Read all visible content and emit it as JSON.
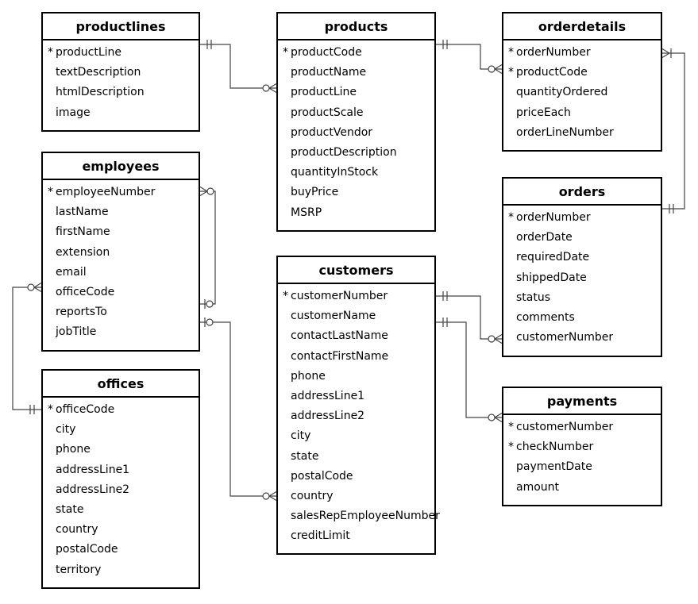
{
  "entities": {
    "productlines": {
      "name": "productlines",
      "fields": [
        {
          "name": "productLine",
          "pk": true
        },
        {
          "name": "textDescription",
          "pk": false
        },
        {
          "name": "htmlDescription",
          "pk": false
        },
        {
          "name": "image",
          "pk": false
        }
      ]
    },
    "products": {
      "name": "products",
      "fields": [
        {
          "name": "productCode",
          "pk": true
        },
        {
          "name": "productName",
          "pk": false
        },
        {
          "name": "productLine",
          "pk": false
        },
        {
          "name": "productScale",
          "pk": false
        },
        {
          "name": "productVendor",
          "pk": false
        },
        {
          "name": "productDescription",
          "pk": false
        },
        {
          "name": "quantityInStock",
          "pk": false
        },
        {
          "name": "buyPrice",
          "pk": false
        },
        {
          "name": "MSRP",
          "pk": false
        }
      ]
    },
    "orderdetails": {
      "name": "orderdetails",
      "fields": [
        {
          "name": "orderNumber",
          "pk": true
        },
        {
          "name": "productCode",
          "pk": true
        },
        {
          "name": "quantityOrdered",
          "pk": false
        },
        {
          "name": "priceEach",
          "pk": false
        },
        {
          "name": "orderLineNumber",
          "pk": false
        }
      ]
    },
    "employees": {
      "name": "employees",
      "fields": [
        {
          "name": "employeeNumber",
          "pk": true
        },
        {
          "name": "lastName",
          "pk": false
        },
        {
          "name": "firstName",
          "pk": false
        },
        {
          "name": "extension",
          "pk": false
        },
        {
          "name": "email",
          "pk": false
        },
        {
          "name": "officeCode",
          "pk": false
        },
        {
          "name": "reportsTo",
          "pk": false
        },
        {
          "name": "jobTitle",
          "pk": false
        }
      ]
    },
    "orders": {
      "name": "orders",
      "fields": [
        {
          "name": "orderNumber",
          "pk": true
        },
        {
          "name": "orderDate",
          "pk": false
        },
        {
          "name": "requiredDate",
          "pk": false
        },
        {
          "name": "shippedDate",
          "pk": false
        },
        {
          "name": "status",
          "pk": false
        },
        {
          "name": "comments",
          "pk": false
        },
        {
          "name": "customerNumber",
          "pk": false
        }
      ]
    },
    "customers": {
      "name": "customers",
      "fields": [
        {
          "name": "customerNumber",
          "pk": true
        },
        {
          "name": "customerName",
          "pk": false
        },
        {
          "name": "contactLastName",
          "pk": false
        },
        {
          "name": "contactFirstName",
          "pk": false
        },
        {
          "name": "phone",
          "pk": false
        },
        {
          "name": "addressLine1",
          "pk": false
        },
        {
          "name": "addressLine2",
          "pk": false
        },
        {
          "name": "city",
          "pk": false
        },
        {
          "name": "state",
          "pk": false
        },
        {
          "name": "postalCode",
          "pk": false
        },
        {
          "name": "country",
          "pk": false
        },
        {
          "name": "salesRepEmployeeNumber",
          "pk": false
        },
        {
          "name": "creditLimit",
          "pk": false
        }
      ]
    },
    "offices": {
      "name": "offices",
      "fields": [
        {
          "name": "officeCode",
          "pk": true
        },
        {
          "name": "city",
          "pk": false
        },
        {
          "name": "phone",
          "pk": false
        },
        {
          "name": "addressLine1",
          "pk": false
        },
        {
          "name": "addressLine2",
          "pk": false
        },
        {
          "name": "state",
          "pk": false
        },
        {
          "name": "country",
          "pk": false
        },
        {
          "name": "postalCode",
          "pk": false
        },
        {
          "name": "territory",
          "pk": false
        }
      ]
    },
    "payments": {
      "name": "payments",
      "fields": [
        {
          "name": "customerNumber",
          "pk": true
        },
        {
          "name": "checkNumber",
          "pk": true
        },
        {
          "name": "paymentDate",
          "pk": false
        },
        {
          "name": "amount",
          "pk": false
        }
      ]
    }
  },
  "pk_marker": "*",
  "relationships": [
    {
      "from": "productlines",
      "to": "products",
      "from_end": "one-mandatory",
      "to_end": "zero-or-many"
    },
    {
      "from": "products",
      "to": "orderdetails",
      "from_end": "one-mandatory",
      "to_end": "zero-or-many"
    },
    {
      "from": "orders",
      "to": "orderdetails",
      "from_end": "one-mandatory",
      "to_end": "one-or-many"
    },
    {
      "from": "employees",
      "to": "employees",
      "from_end": "zero-or-one",
      "to_end": "zero-or-many"
    },
    {
      "from": "offices",
      "to": "employees",
      "from_end": "one-mandatory",
      "to_end": "zero-or-many"
    },
    {
      "from": "employees",
      "to": "customers",
      "from_end": "zero-or-one",
      "to_end": "zero-or-many"
    },
    {
      "from": "customers",
      "to": "orders",
      "from_end": "one-mandatory",
      "to_end": "zero-or-many"
    },
    {
      "from": "customers",
      "to": "payments",
      "from_end": "one-mandatory",
      "to_end": "zero-or-many"
    }
  ],
  "colors": {
    "line": "#444444",
    "border": "#000000",
    "background": "#ffffff"
  }
}
